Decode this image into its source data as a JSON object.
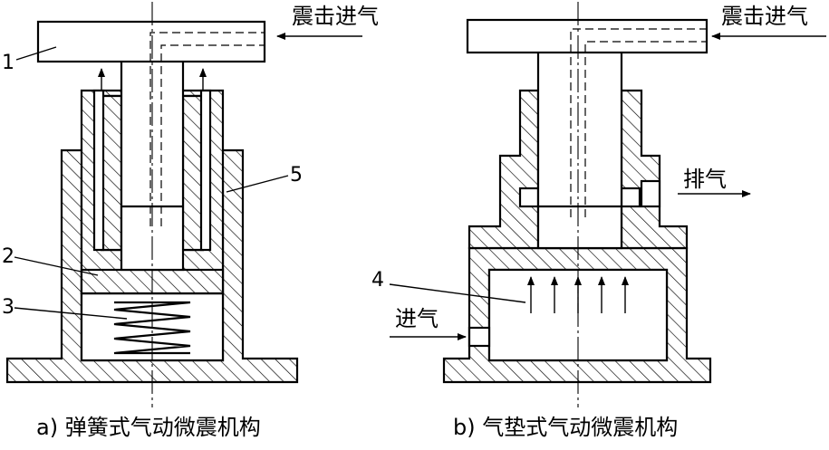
{
  "diagram_a": {
    "caption": "a) 弹簧式气动微震机构",
    "inlet_label": "震击进气",
    "part_labels": [
      "1",
      "2",
      "3",
      "5"
    ]
  },
  "diagram_b": {
    "caption": "b) 气垫式气动微震机构",
    "inlet_label": "震击进气",
    "exhaust_label": "排气",
    "intake_label": "进气",
    "part_labels": [
      "4"
    ]
  }
}
